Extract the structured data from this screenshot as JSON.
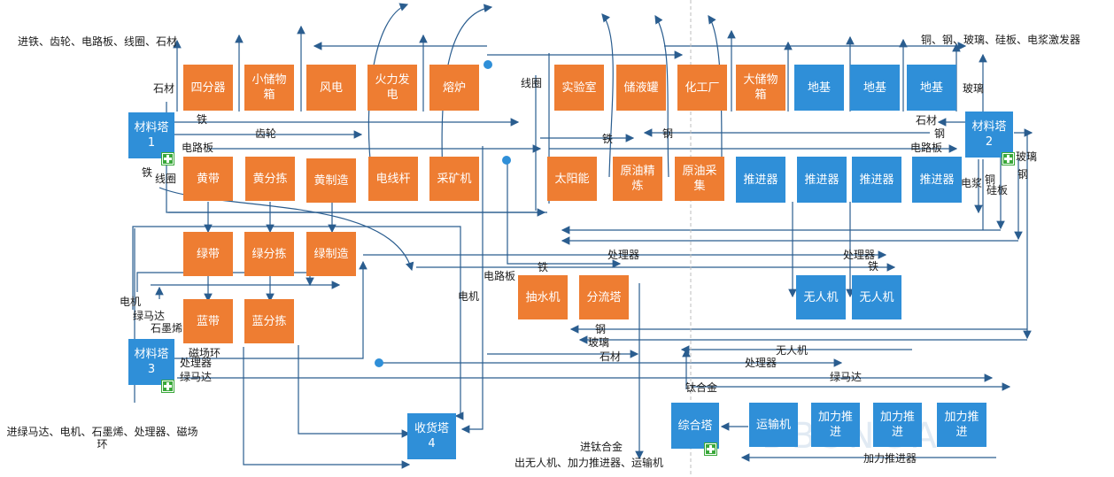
{
  "colors": {
    "process": "#ee7d32",
    "tower": "#2f8fd8",
    "line": "#2a5d8f"
  },
  "towers": {
    "t1": "材料塔\n1",
    "t2": "材料塔\n2",
    "t3": "材料塔\n3",
    "t4": "收货塔\n4",
    "combo": "综合塔"
  },
  "machines": {
    "sifenqi": "四分器",
    "xiaochuwu": "小储物\n箱",
    "fengdian": "风电",
    "huoli": "火力发\n电",
    "ronglu": "熔炉",
    "shiyanshi": "实验室",
    "chuyeguan": "储液罐",
    "huagongchang": "化工厂",
    "dachuwu": "大储物\n箱",
    "diji1": "地基",
    "diji2": "地基",
    "diji3": "地基",
    "huangdai": "黄带",
    "huangfenjian": "黄分拣",
    "huangzhizao": "黄制造",
    "dianxiangan": "电线杆",
    "caikuangji": "采矿机",
    "taiyangneng": "太阳能",
    "yuanyoujinglian": "原油精\n炼",
    "yuanyoucaiji": "原油采\n集",
    "tuijin1": "推进器",
    "tuijin2": "推进器",
    "tuijin3": "推进器",
    "tuijin4": "推进器",
    "lvdai": "绿带",
    "lvfenjian": "绿分拣",
    "lvzhizao": "绿制造",
    "choushuiji": "抽水机",
    "fenliuta": "分流塔",
    "wurenji1": "无人机",
    "wurenji2": "无人机",
    "landai": "蓝带",
    "lanfenjian": "蓝分拣",
    "yunshuji": "运输机",
    "jialituijin1": "加力推\n进",
    "jialituijin2": "加力推\n进",
    "jialituijin3": "加力推\n进"
  },
  "notes": {
    "topleft": "进铁、齿轮、电路板、线圈、石材",
    "topright": "铜、钢、玻璃、硅板、电浆激发器",
    "bottomleft": "进绿马达、电机、石墨烯、处理器、磁场\n环",
    "bottom_in": "进钛合金",
    "bottom_out": "出无人机、加力推进器、运输机"
  },
  "labels": {
    "shicai_l": "石材",
    "tie_1": "铁",
    "chilun": "齿轮",
    "dianluban_l": "电路板",
    "tie_l": "铁",
    "xianquan_l": "线圈",
    "xianquan_m": "线圈",
    "tie_m": "铁",
    "gang_m": "钢",
    "shicai_r": "石材",
    "gang_r": "钢",
    "dianluban_r": "电路板",
    "boli_top": "玻璃",
    "boli_r": "玻璃",
    "gang_r2": "钢",
    "tong_r": "铜",
    "dianjiang": "电浆",
    "guiban": "硅板",
    "chuliqi_1": "处理器",
    "chuliqi_2": "处理器",
    "dianluban_c": "电路板",
    "tie_c": "铁",
    "tie_r2": "铁",
    "dianji_c": "电机",
    "dianji_l": "电机",
    "lvmada_l": "绿马达",
    "shimoxi": "石墨烯",
    "cichanghuan": "磁场环",
    "chuliqi_l": "处理器",
    "lvmada_l2": "绿马达",
    "gang_c": "钢",
    "boli_c": "玻璃",
    "shicai_c": "石材",
    "wurenji_lbl": "无人机",
    "chuliqi_3": "处理器",
    "taihejin": "钛合金",
    "lvmada_r": "绿马达",
    "jialituijin_lbl": "加力推进器"
  },
  "watermark": "BBSNGA"
}
